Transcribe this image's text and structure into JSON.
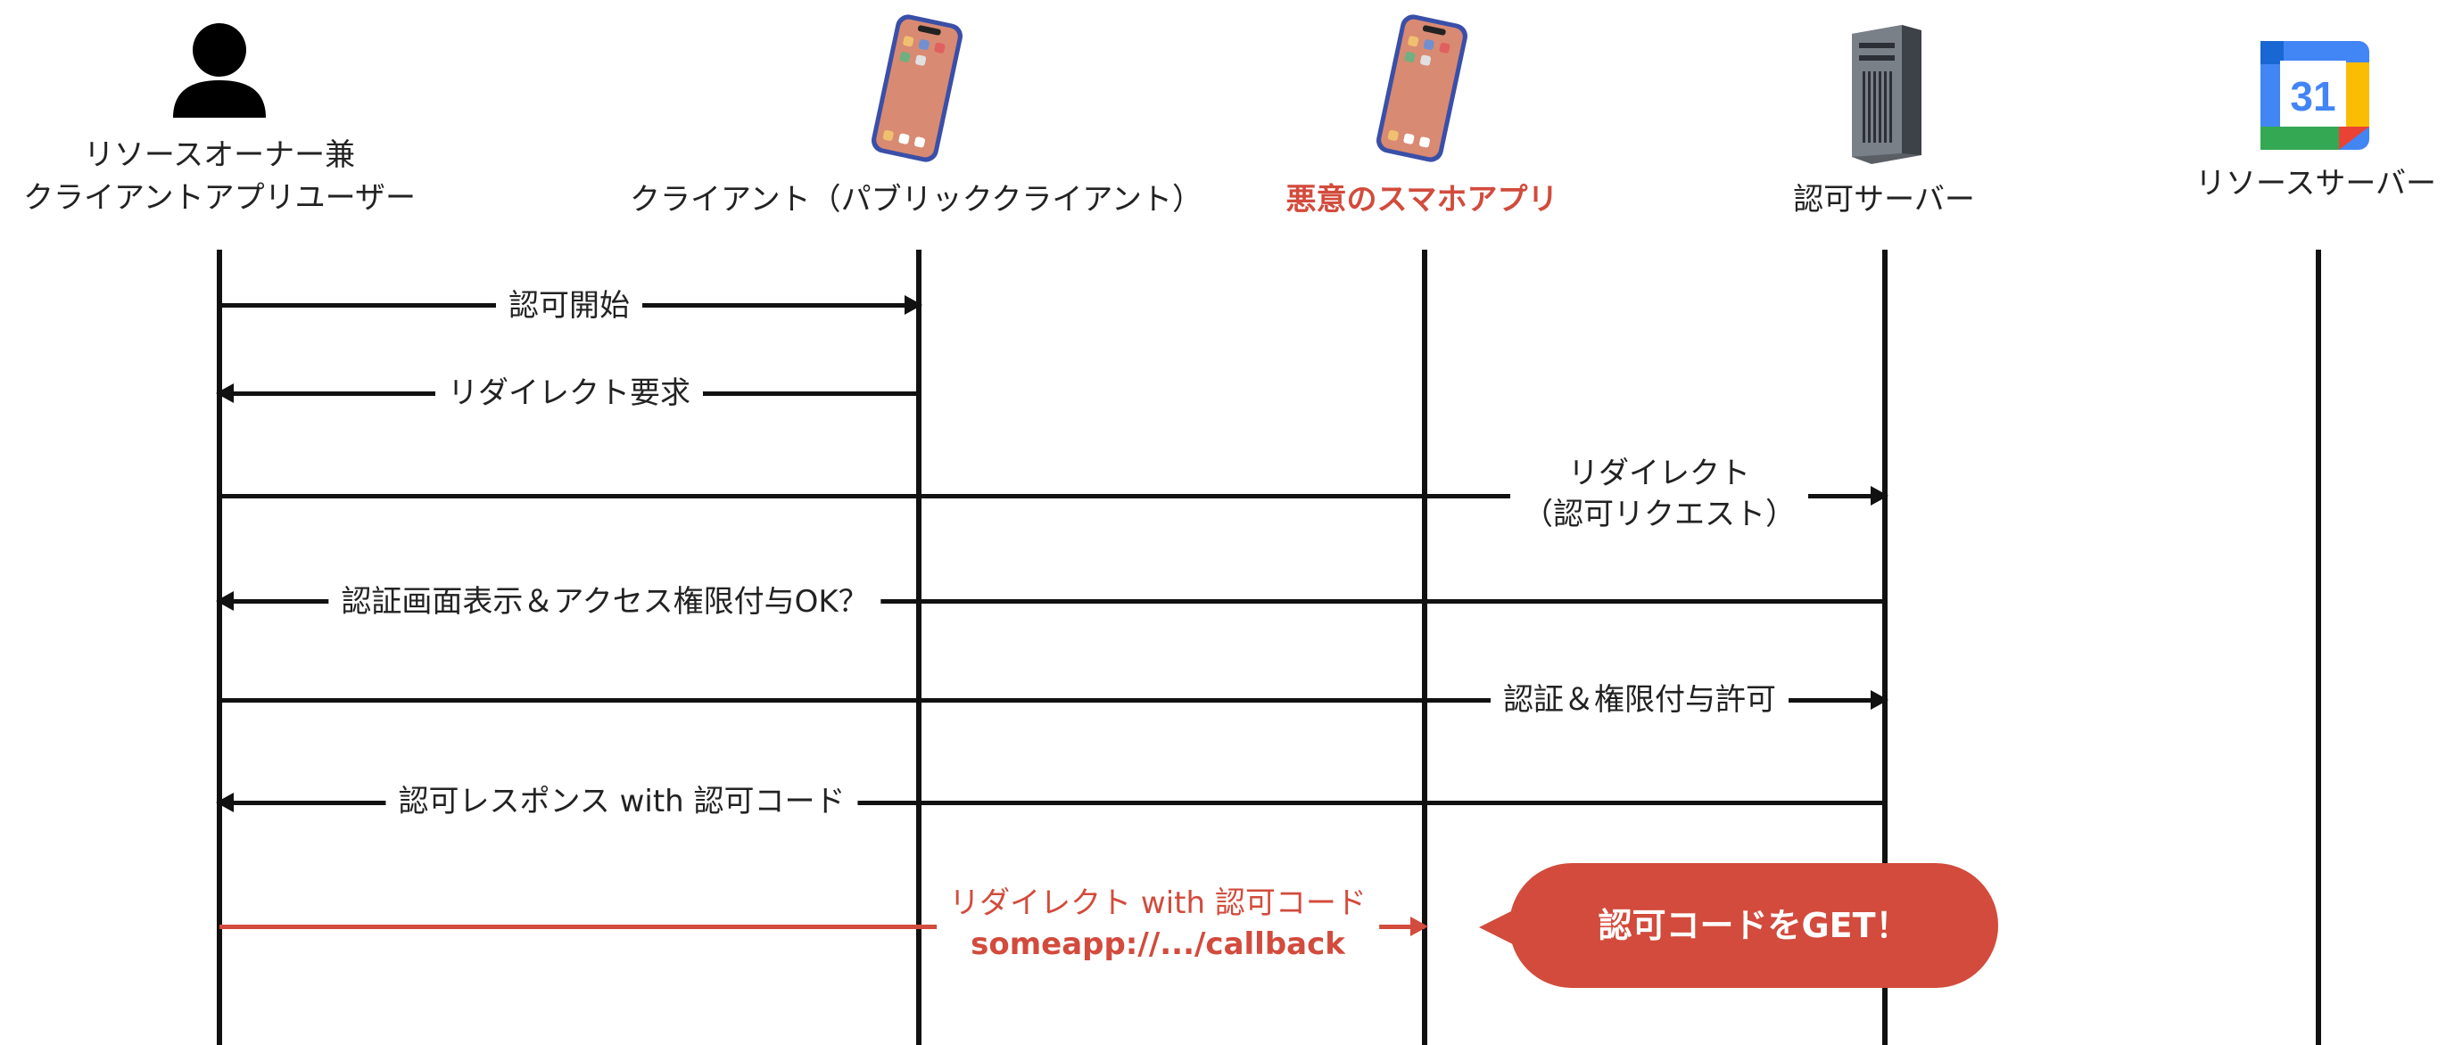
{
  "actors": [
    {
      "id": "user",
      "line1": "リソースオーナー兼",
      "line2": "クライアントアプリユーザー",
      "icon": "person-icon"
    },
    {
      "id": "client",
      "label": "クライアント（パブリッククライアント）",
      "icon": "smartphone-icon"
    },
    {
      "id": "malicious",
      "label": "悪意のスマホアプリ",
      "icon": "smartphone-icon",
      "color": "#d24b3c"
    },
    {
      "id": "authserver",
      "label": "認可サーバー",
      "icon": "server-icon"
    },
    {
      "id": "resourceserver",
      "label": "リソースサーバー",
      "icon": "calendar-icon",
      "icon_text": "31"
    }
  ],
  "messages": [
    {
      "label": "認可開始"
    },
    {
      "label": "リダイレクト要求"
    },
    {
      "line1": "リダイレクト",
      "line2": "（認可リクエスト）"
    },
    {
      "label": "認証画面表示＆アクセス権限付与OK？"
    },
    {
      "label": "認証＆権限付与許可"
    },
    {
      "label": "認可レスポンス with 認可コード"
    },
    {
      "line1": "リダイレクト with 認可コード",
      "line2": "someapp://.../callback",
      "color": "#d24b3c"
    }
  ],
  "callout": {
    "label": "認可コードをGET！",
    "color": "#d24b3c"
  }
}
